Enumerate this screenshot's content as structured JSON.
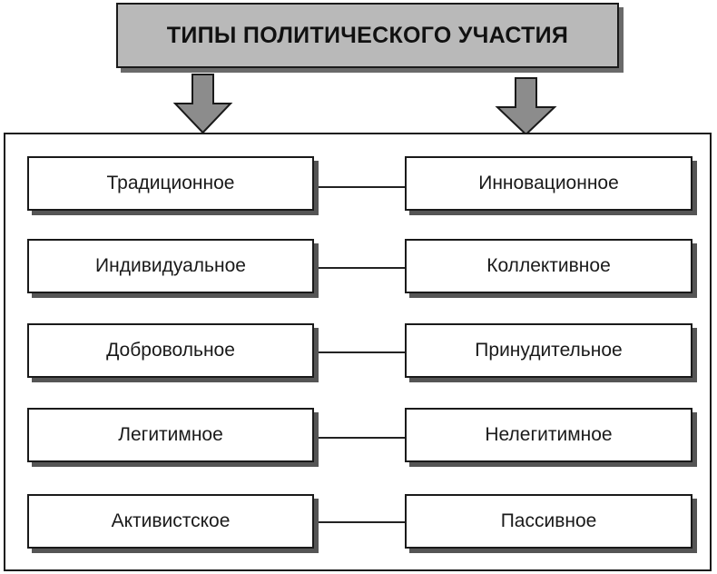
{
  "title": "ТИПЫ ПОЛИТИЧЕСКОГО УЧАСТИЯ",
  "colors": {
    "title_fill": "#b9b9b9",
    "arrow_fill": "#8c8c8c",
    "border": "#1a1a1a",
    "shadow": "#555555"
  },
  "pairs": [
    {
      "left": "Традиционное",
      "right": "Инновационное"
    },
    {
      "left": "Индивидуальное",
      "right": "Коллективное"
    },
    {
      "left": "Добровольное",
      "right": "Принудительное"
    },
    {
      "left": "Легитимное",
      "right": "Нелегитимное"
    },
    {
      "left": "Активистское",
      "right": "Пассивное"
    }
  ]
}
